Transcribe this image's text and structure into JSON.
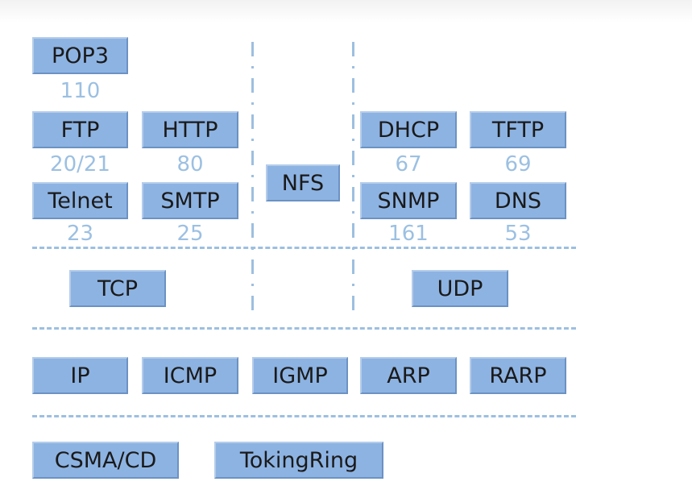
{
  "application": {
    "pop3": "POP3",
    "ftp": "FTP",
    "http": "HTTP",
    "telnet": "Telnet",
    "smtp": "SMTP",
    "nfs": "NFS",
    "dhcp": "DHCP",
    "tftp": "TFTP",
    "snmp": "SNMP",
    "dns": "DNS"
  },
  "ports": {
    "pop3": "110",
    "ftp": "20/21",
    "http": "80",
    "telnet": "23",
    "smtp": "25",
    "dhcp": "67",
    "tftp": "69",
    "snmp": "161",
    "dns": "53"
  },
  "transport": {
    "tcp": "TCP",
    "udp": "UDP"
  },
  "network": {
    "ip": "IP",
    "icmp": "ICMP",
    "igmp": "IGMP",
    "arp": "ARP",
    "rarp": "RARP"
  },
  "link": {
    "csma": "CSMA/CD",
    "token": "TokingRing"
  },
  "colors": {
    "box_fill": "#8db3e2",
    "port_text": "#9cc0e2",
    "dash_line": "#9dbfe0"
  }
}
